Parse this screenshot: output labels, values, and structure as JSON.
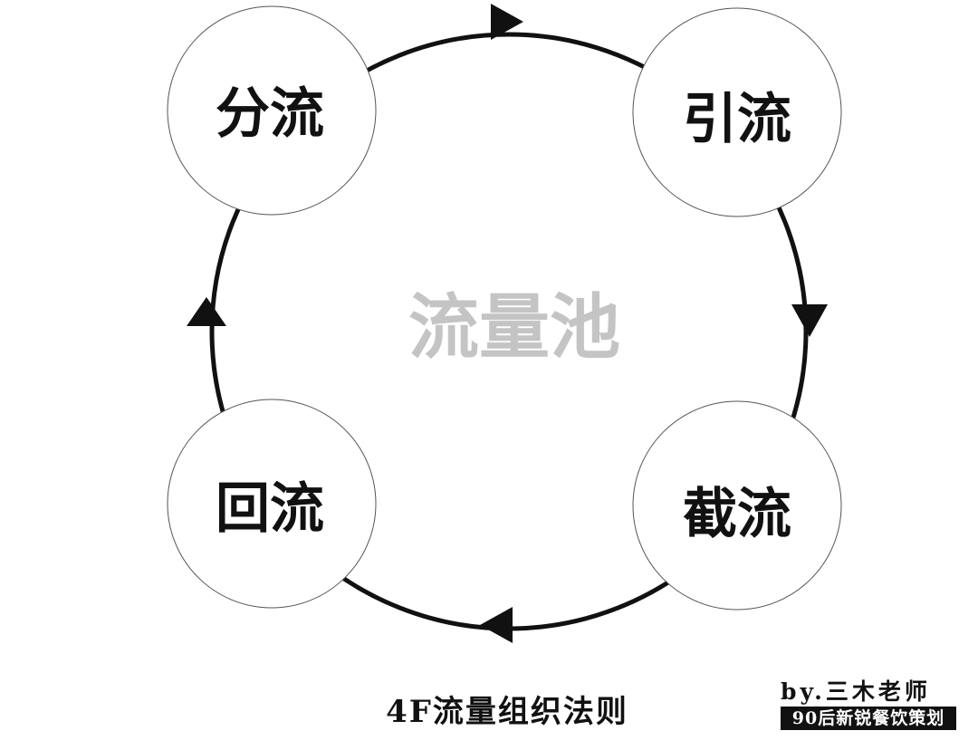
{
  "diagram": {
    "center_label": "流量池",
    "nodes": [
      {
        "id": "fenliu",
        "label": "分流"
      },
      {
        "id": "yinliu",
        "label": "引流"
      },
      {
        "id": "jieliu",
        "label": "截流"
      },
      {
        "id": "huiliu",
        "label": "回流"
      }
    ],
    "flow_direction": "clockwise",
    "colors": {
      "ring": "#111111",
      "node_fill": "#ffffff",
      "node_border": "#555555",
      "node_text": "#111111",
      "center_text": "#c4c4c4"
    }
  },
  "caption": "4F流量组织法则",
  "author": "by.三木老师",
  "brand": "90后新锐餐饮策划"
}
